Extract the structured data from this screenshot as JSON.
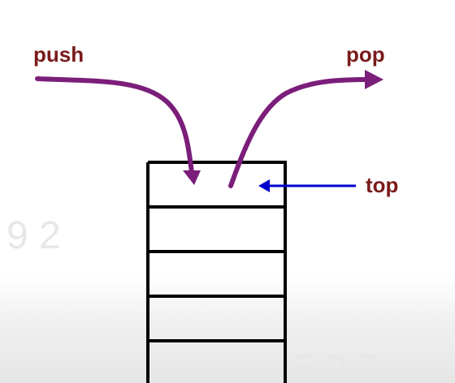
{
  "labels": {
    "push": "push",
    "pop": "pop",
    "top": "top"
  },
  "colors": {
    "label_text": "#7a1a1a",
    "curve_arrows": "#7b1e7a",
    "top_pointer": "#0000cc",
    "stack_outline": "#000000"
  },
  "stack": {
    "slot_count": 5
  }
}
